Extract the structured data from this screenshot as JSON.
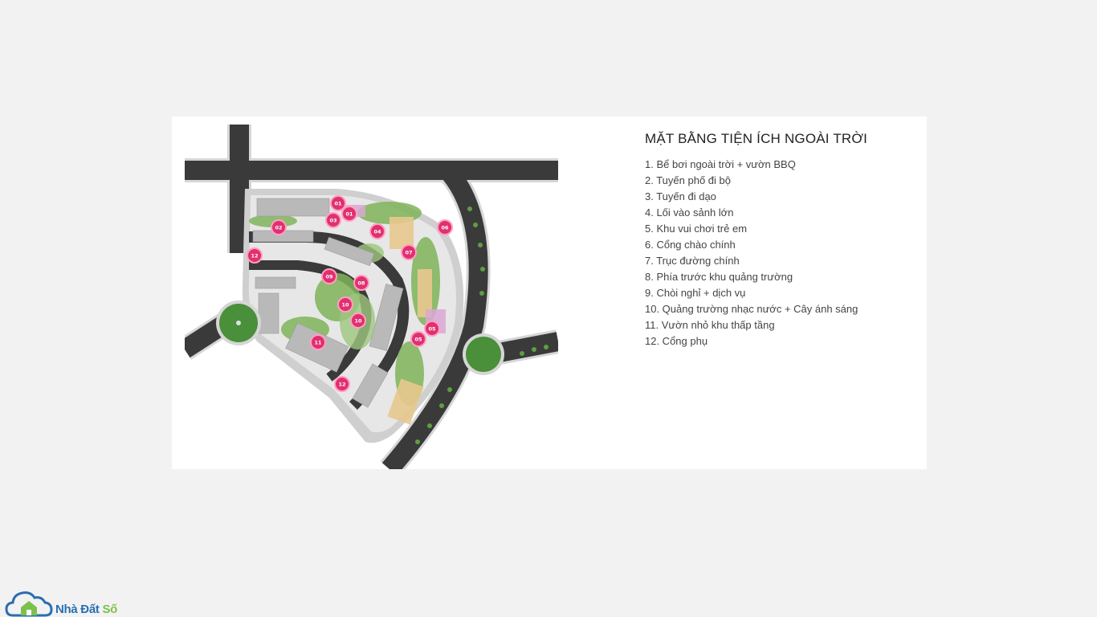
{
  "legend": {
    "title": "MẶT BẰNG TIỆN ÍCH NGOÀI TRỜI",
    "items": [
      "1. Bể bơi ngoài trời + vườn BBQ",
      "2. Tuyến phố đi bộ",
      "3. Tuyến đi dạo",
      "4. Lối vào sảnh lớn",
      "5. Khu vui chơi trẻ em",
      "6. Cổng chào chính",
      "7. Trục đường chính",
      "8. Phía trước khu quảng trường",
      "9. Chòi nghỉ + dịch vụ",
      "10. Quảng trường nhạc nước + Cây ánh sáng",
      "11. Vườn nhỏ khu thấp tầng",
      "12. Cổng phụ"
    ]
  },
  "map": {
    "markers": [
      "01",
      "01",
      "03",
      "02",
      "04",
      "06",
      "07",
      "12",
      "09",
      "08",
      "10",
      "10",
      "05",
      "05",
      "11",
      "12"
    ]
  },
  "brand": {
    "name_main": "Nhà Đất ",
    "name_accent": "Số"
  },
  "colors": {
    "marker": "#e0306f",
    "road": "#3a3a3a",
    "sidewalk": "#dcdcdc",
    "green": "#6aa84f",
    "brand_blue": "#2a6fb0",
    "brand_green": "#7cc24a"
  }
}
